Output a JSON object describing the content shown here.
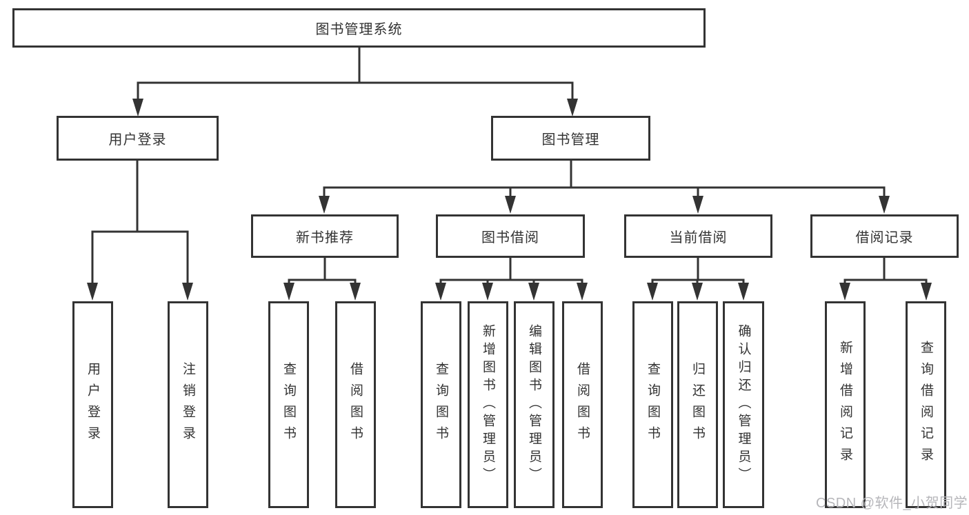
{
  "diagram_title": "图书管理系统",
  "watermark": "CSDN @软件_小贺同学",
  "colors": {
    "line": "#333333",
    "box_fill": "#ffffff",
    "text": "#333333",
    "watermark": "#b6b6ba",
    "background": "#ffffff"
  },
  "tree": {
    "root": "图书管理系统",
    "branches": [
      {
        "label": "用户登录",
        "children": [
          "用户登录",
          "注销登录"
        ]
      },
      {
        "label": "图书管理",
        "groups": [
          {
            "label": "新书推荐",
            "children": [
              "查询图书",
              "借阅图书"
            ]
          },
          {
            "label": "图书借阅",
            "children": [
              "查询图书",
              "新增图书（管理员）",
              "编辑图书（管理员）",
              "借阅图书"
            ]
          },
          {
            "label": "当前借阅",
            "children": [
              "查询图书",
              "归还图书",
              "确认归还（管理员）"
            ]
          },
          {
            "label": "借阅记录",
            "children": [
              "新增借阅记录",
              "查询借阅记录"
            ]
          }
        ]
      }
    ]
  }
}
